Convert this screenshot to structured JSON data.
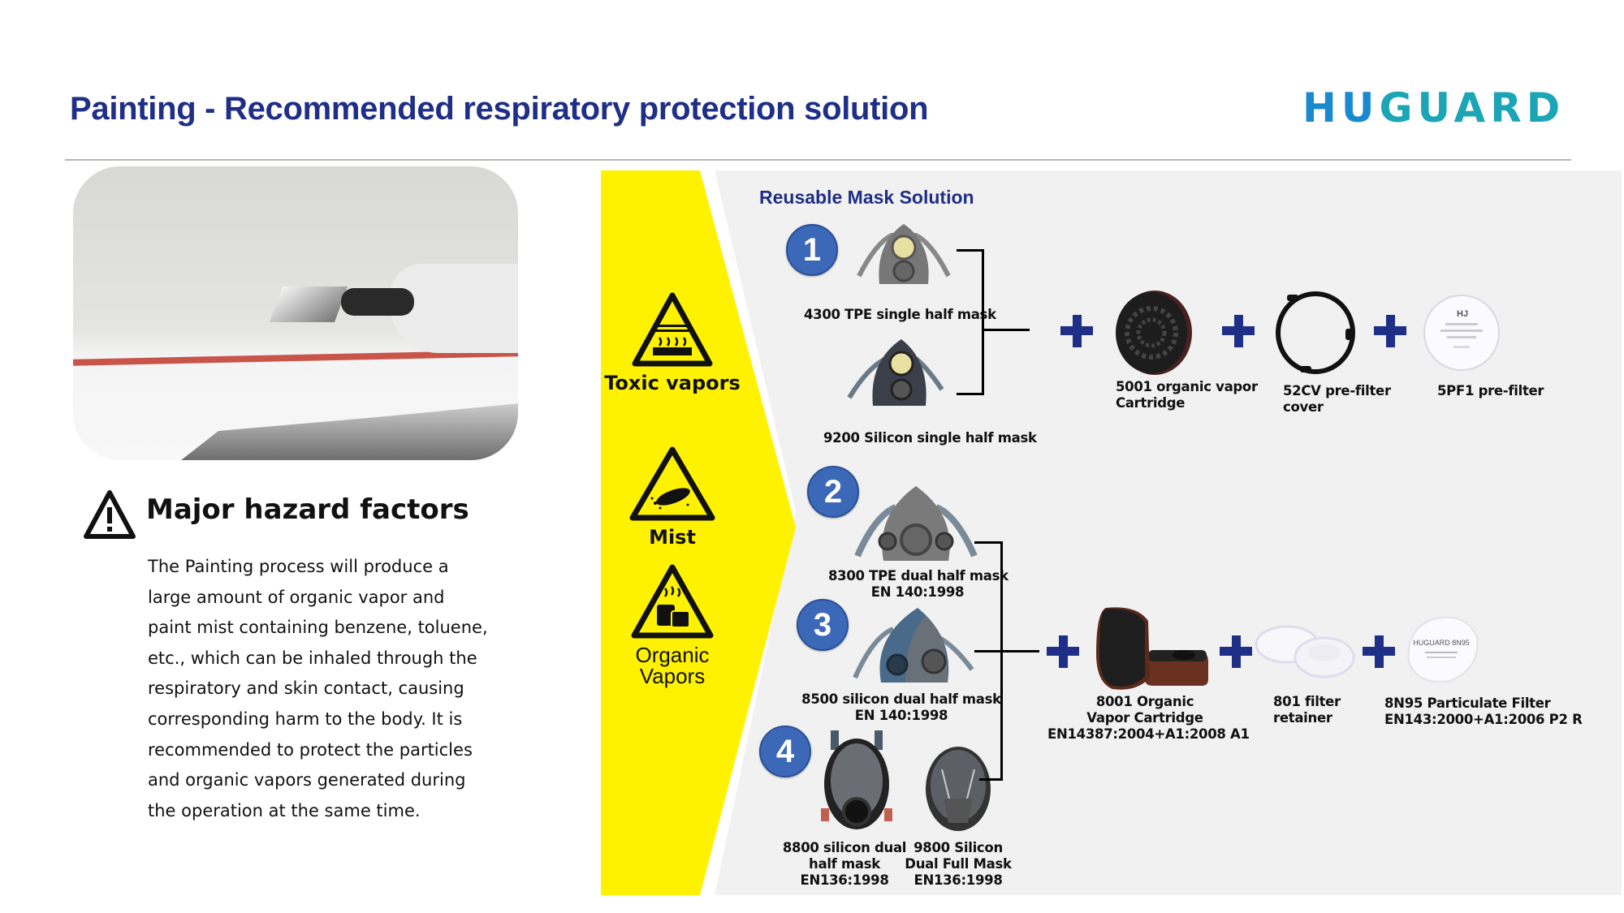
{
  "header": {
    "title": "Painting - Recommended respiratory protection solution",
    "logo_part1": "HU",
    "logo_part2": "GUARD",
    "colors": {
      "title": "#1f2e86",
      "logo_blue": "#1a8ad0",
      "logo_teal": "#1ba5b5"
    }
  },
  "hero_image": {
    "icon": "spray-painting-photo"
  },
  "hazard": {
    "icon": "warning-triangle-icon",
    "title": "Major hazard factors",
    "body_lines": [
      "The Painting process will produce a",
      "large amount of organic vapor and",
      "paint mist containing benzene, toluene,",
      "etc., which can be inhaled through the",
      "respiratory and skin contact, causing",
      "corresponding harm to the body. It is",
      "recommended to protect the particles",
      "and organic vapors generated during",
      "the operation at the same time."
    ]
  },
  "hazard_types": [
    {
      "icon": "toxic-vapors-icon",
      "label": "Toxic vapors"
    },
    {
      "icon": "mist-icon",
      "label": "Mist"
    },
    {
      "icon": "organic-vapors-icon",
      "label_line1": "Organic",
      "label_line2": "Vapors"
    }
  ],
  "solution": {
    "title": "Reusable Mask Solution",
    "colors": {
      "accent_yellow": "#fff200",
      "panel_gray": "#f1f1f1",
      "badge_blue": "#3c68b8",
      "plus_navy": "#1f2e86"
    },
    "badges": [
      "1",
      "2",
      "3",
      "4"
    ],
    "group1": {
      "masks": [
        {
          "icon": "half-mask-icon",
          "label": "4300 TPE single half mask"
        },
        {
          "icon": "half-mask-icon",
          "label": "9200 Silicon single half mask"
        }
      ],
      "accessories": [
        {
          "icon": "cartridge-icon",
          "line1": "5001 organic vapor",
          "line2": "Cartridge"
        },
        {
          "icon": "filter-cover-icon",
          "line1": "52CV pre-filter",
          "line2": "cover"
        },
        {
          "icon": "pre-filter-icon",
          "line1": "5PF1 pre-filter"
        }
      ]
    },
    "group2": {
      "masks": [
        {
          "icon": "dual-half-mask-icon",
          "line1": "8300 TPE dual half mask",
          "line2": "EN 140:1998"
        },
        {
          "icon": "dual-half-mask-icon",
          "line1": "8500 silicon dual half mask",
          "line2": "EN 140:1998"
        },
        {
          "icon": "full-face-mask-icon",
          "line1": "8800 silicon dual",
          "line2": "half mask",
          "line3": "EN136:1998"
        },
        {
          "icon": "full-face-mask-icon",
          "line1": "9800 Silicon",
          "line2": "Dual Full Mask",
          "line3": "EN136:1998"
        }
      ],
      "accessories": [
        {
          "icon": "cartridge-icon",
          "line1": "8001 Organic",
          "line2": "Vapor Cartridge",
          "line3": "EN14387:2004+A1:2008 A1"
        },
        {
          "icon": "filter-retainer-icon",
          "line1": "801 filter",
          "line2": "retainer"
        },
        {
          "icon": "particulate-filter-icon",
          "line1": "8N95 Particulate Filter",
          "line2": "EN143:2000+A1:2006 P2 R",
          "print": "HUGUARD 8N95"
        }
      ]
    }
  }
}
